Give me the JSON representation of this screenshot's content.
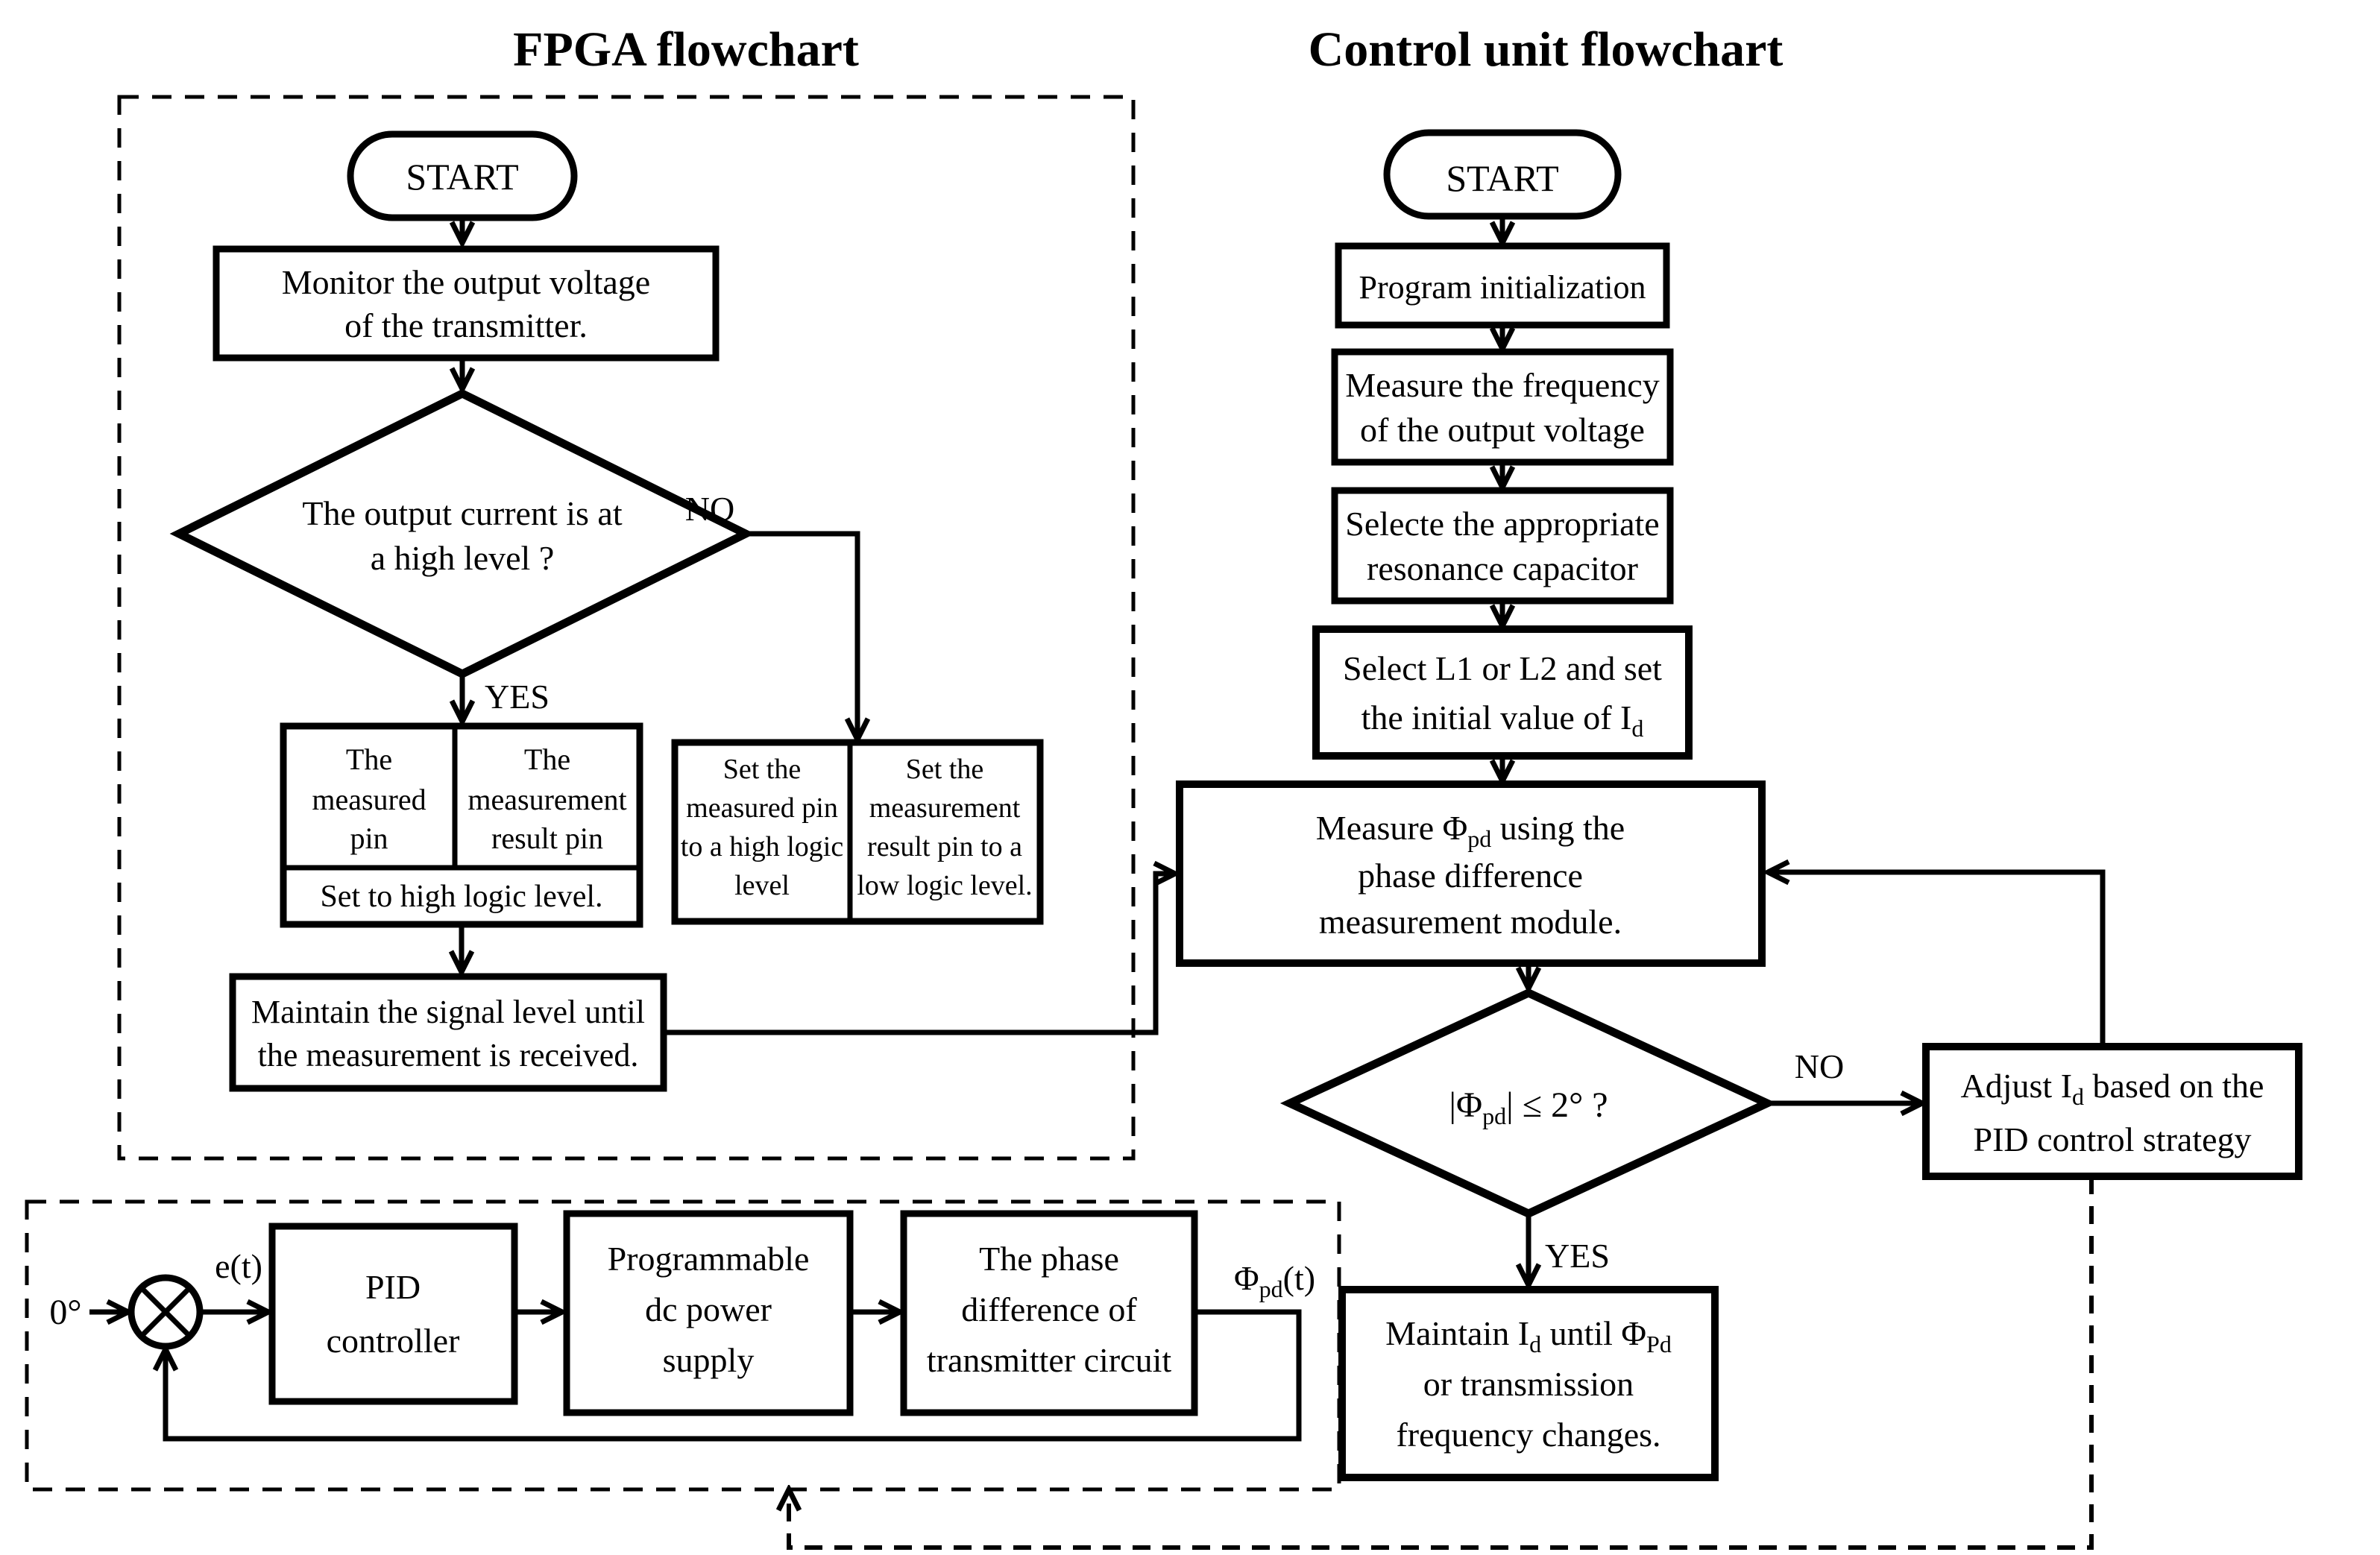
{
  "page": {
    "background": "#ffffff",
    "ink": "#000000"
  },
  "titles": {
    "fpga": "FPGA  flowchart",
    "control": "Control unit  flowchart"
  },
  "fpga": {
    "start": "START",
    "monitor_l1": "Monitor the output voltage",
    "monitor_l2": "of the transmitter.",
    "decision_l1": "The output current  is at",
    "decision_l2": "a high level ?",
    "no": "NO",
    "yes": "YES",
    "set_high": {
      "left_l1": "The",
      "left_l2": "measured",
      "left_l3": "pin",
      "right_l1": "The",
      "right_l2": "measurement",
      "right_l3": "result pin",
      "bottom": "Set  to high logic level."
    },
    "set_low": {
      "left_l1": "Set the",
      "left_l2": "measured pin",
      "left_l3": "to a high logic",
      "left_l4": "level",
      "right_l1": "Set  the",
      "right_l2": "measurement",
      "right_l3": "result pin to a",
      "right_l4": "low logic level."
    },
    "maintain_l1": "Maintain the signal level  until",
    "maintain_l2": "the measurement is received."
  },
  "control": {
    "start": "START",
    "init": "Program initialization",
    "freq_l1": "Measure the frequency",
    "freq_l2": "of the output voltage",
    "cap_l1": "Selecte the appropriate",
    "cap_l2": "resonance capacitor",
    "select_l1": "Select  L1 or L2 and set",
    "select_l2": "the initial value of I",
    "select_l2_sub": "d",
    "measure_l1a": "Measure  Φ",
    "measure_l1_sub": "pd",
    "measure_l1b": "  using the",
    "measure_l2": "phase difference",
    "measure_l3": "measurement module.",
    "decision_a": "|Φ",
    "decision_sub": "pd",
    "decision_b": "| ≤ 2° ?",
    "no": "NO",
    "yes": "YES",
    "adjust_l1a": "Adjust I",
    "adjust_l1_sub": "d",
    "adjust_l1b": " based on the",
    "adjust_l2": "PID control strategy",
    "maintain_l1a": "Maintain I",
    "maintain_l1_sub1": "d",
    "maintain_l1b": "  until Φ",
    "maintain_l1_sub2": "Pd",
    "maintain_l2": "or transmission",
    "maintain_l3": "frequency changes."
  },
  "loop": {
    "setpoint": "0°",
    "error": "e(t)",
    "pid_l1": "PID",
    "pid_l2": "controller",
    "supply_l1": "Programmable",
    "supply_l2": "dc power",
    "supply_l3": "supply",
    "phase_l1": "The phase",
    "phase_l2": "difference of",
    "phase_l3": "transmitter circuit",
    "output_a": "Φ",
    "output_sub": "pd",
    "output_b": "(t)"
  }
}
